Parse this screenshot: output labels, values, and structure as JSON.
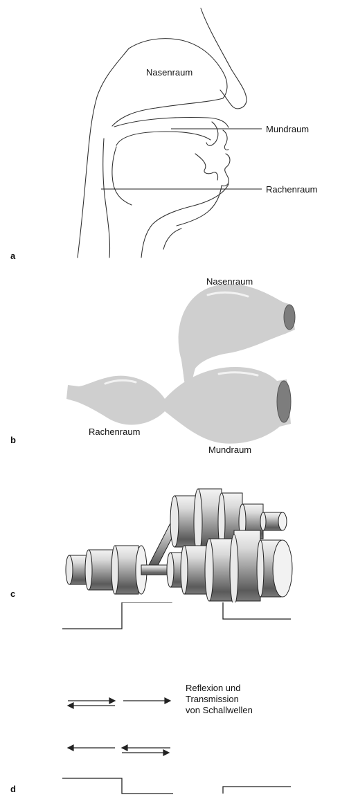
{
  "panel_a": {
    "letter": "a",
    "labels": {
      "nasal": "Nasenraum",
      "mouth": "Mundraum",
      "throat": "Rachenraum"
    }
  },
  "panel_b": {
    "letter": "b",
    "labels": {
      "nasal": "Nasenraum",
      "throat": "Rachenraum",
      "mouth": "Mundraum"
    },
    "colors": {
      "fill": "#cfcfcf",
      "highlight": "#f2f2f2",
      "opening": "#7d7d7d"
    }
  },
  "panel_c": {
    "letter": "c",
    "colors": {
      "side_dark": "#5a5a5a",
      "side_light": "#f4f4f4",
      "face": "#e9e9e9"
    }
  },
  "panel_d": {
    "letter": "d",
    "caption": [
      "Reflexion und",
      "Transmission",
      "von Schallwellen"
    ]
  }
}
